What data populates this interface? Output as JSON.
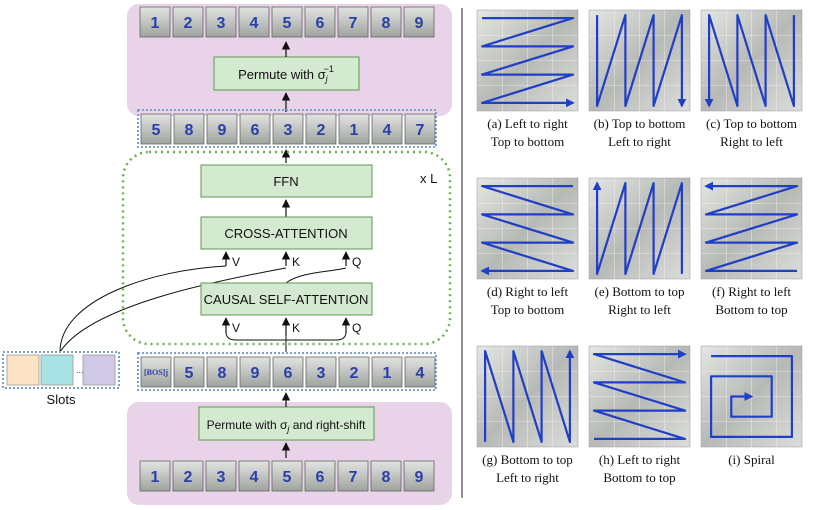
{
  "top_sequence": [
    "1",
    "2",
    "3",
    "4",
    "5",
    "6",
    "7",
    "8",
    "9"
  ],
  "permuted_sequence": [
    "5",
    "8",
    "9",
    "6",
    "3",
    "2",
    "1",
    "4",
    "7"
  ],
  "input_sequence": [
    "[BOS]j",
    "5",
    "8",
    "9",
    "6",
    "3",
    "2",
    "1",
    "4"
  ],
  "bottom_sequence": [
    "1",
    "2",
    "3",
    "4",
    "5",
    "6",
    "7",
    "8",
    "9"
  ],
  "inverse_permute_label": "Permute with σ",
  "inverse_permute_sub": "j",
  "inverse_permute_sup": "−1",
  "forward_permute_label": "Permute with σ",
  "forward_permute_sub": "j",
  "forward_permute_tail": " and right-shift",
  "ffn_label": "FFN",
  "cross_attention_label": "CROSS-ATTENTION",
  "causal_attention_label": "CAUSAL SELF-ATTENTION",
  "repeat_label": "x L",
  "cross_inputs": [
    "V",
    "K",
    "Q"
  ],
  "self_inputs": [
    "V",
    "K",
    "Q"
  ],
  "slots_label": "Slots",
  "slots_dots": "...",
  "slot_colors": [
    "#fde3c4",
    "#a8e2e4",
    "#cfc9e6"
  ],
  "orders": [
    {
      "line1": "(a) Left to right",
      "line2": "Top to bottom"
    },
    {
      "line1": "(b) Top to bottom",
      "line2": "Left to right"
    },
    {
      "line1": "(c) Top to bottom",
      "line2": "Right to left"
    },
    {
      "line1": "(d) Right to left",
      "line2": "Top to bottom"
    },
    {
      "line1": "(e) Bottom to top",
      "line2": "Right to left"
    },
    {
      "line1": "(f) Right to left",
      "line2": "Bottom to top"
    },
    {
      "line1": "(g) Bottom to top",
      "line2": "Left to right"
    },
    {
      "line1": "(h) Left to right",
      "line2": "Bottom to top"
    },
    {
      "line1": "(i) Spiral",
      "line2": ""
    }
  ],
  "colors": {
    "pink_panel": "#e8d3e8",
    "green_box": "#d4ead0",
    "green_border": "#5b9a4e",
    "dashed_blue": "#7d9fd3",
    "number_blue": "#2a3fa8",
    "arrow_blue": "#1f3fc4"
  }
}
